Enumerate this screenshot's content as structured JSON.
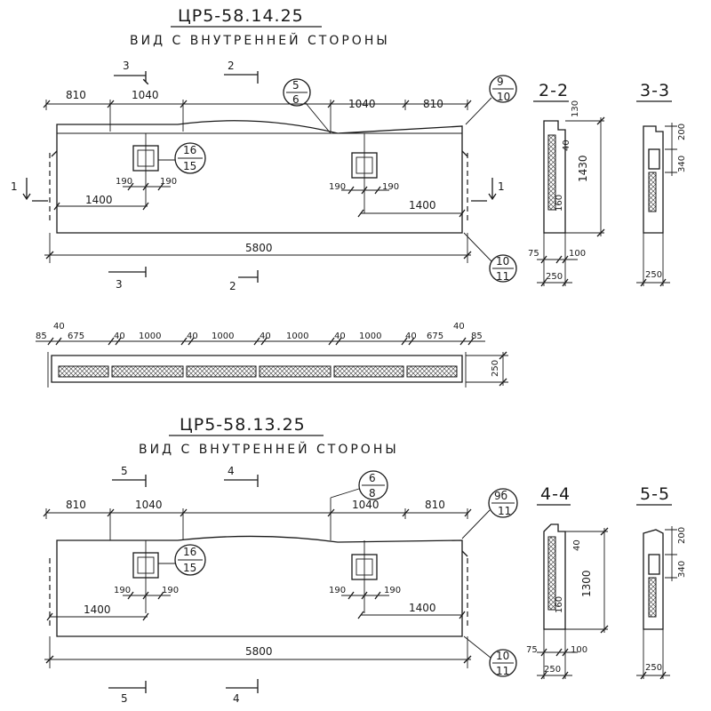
{
  "sheet": {
    "top": {
      "title": "ЦР5-58.14.25",
      "subtitle": "ВИД С ВНУТРЕННЕЙ СТОРОНЫ",
      "cut_a": "3",
      "cut_b": "2",
      "cut_side": "1",
      "dim_left": "810",
      "dim_open_left": "1040",
      "dim_open_right": "1040",
      "dim_right": "810",
      "dim_total": "5800",
      "dim_pos_left": "1400",
      "dim_pos_right": "1400",
      "dim_w_190_a": "190",
      "dim_w_190_b": "190",
      "dim_w_190_c": "190",
      "dim_w_190_d": "190",
      "callout_window": {
        "top": "16",
        "bottom": "15"
      },
      "callout_mid": {
        "top": "5",
        "bottom": "6"
      },
      "callout_end": {
        "top": "9",
        "bottom": "10"
      },
      "callout_bottom": {
        "top": "10",
        "bottom": "11"
      },
      "sec_22": {
        "label": "2-2",
        "h": "1430",
        "top": "130",
        "d40": "40",
        "d160": "160",
        "d75": "75",
        "d100": "100",
        "w": "250"
      },
      "sec_33": {
        "label": "3-3",
        "d200": "200",
        "d340": "340",
        "w": "250"
      }
    },
    "plan": {
      "dims": [
        "85",
        "40",
        "675",
        "40",
        "1000",
        "40",
        "1000",
        "40",
        "1000",
        "40",
        "1000",
        "40",
        "675",
        "40",
        "85"
      ],
      "thickness": "250"
    },
    "bottom": {
      "title": "ЦР5-58.13.25",
      "subtitle": "ВИД С ВНУТРЕННЕЙ СТОРОНЫ",
      "cut_a": "5",
      "cut_b": "4",
      "dim_left": "810",
      "dim_open_left": "1040",
      "dim_open_right": "1040",
      "dim_right": "810",
      "dim_total": "5800",
      "dim_pos_left": "1400",
      "dim_pos_right": "1400",
      "dim_w_190_a": "190",
      "dim_w_190_b": "190",
      "dim_w_190_c": "190",
      "dim_w_190_d": "190",
      "callout_window": {
        "top": "16",
        "bottom": "15"
      },
      "callout_mid": {
        "top": "6",
        "bottom": "8"
      },
      "callout_end": {
        "top": "9б",
        "bottom": "11"
      },
      "callout_bottom": {
        "top": "10",
        "bottom": "11"
      },
      "sec_44": {
        "label": "4-4",
        "h": "1300",
        "d40": "40",
        "d160": "160",
        "d75": "75",
        "d100": "100",
        "w": "250"
      },
      "sec_55": {
        "label": "5-5",
        "d200": "200",
        "d340": "340",
        "w": "250"
      }
    }
  }
}
